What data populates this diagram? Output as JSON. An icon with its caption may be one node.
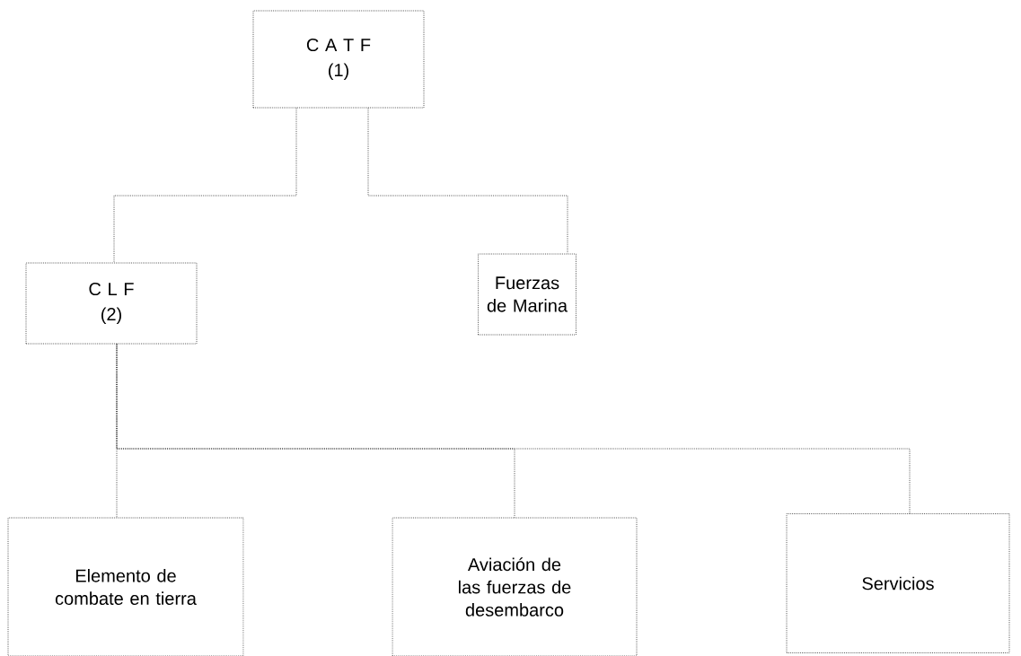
{
  "diagram": {
    "nodes": [
      {
        "text": [
          "C A T F",
          "(1)"
        ]
      },
      {
        "text": [
          "C L F",
          "(2)"
        ]
      },
      {
        "text": [
          "Fuerzas de Marina"
        ]
      },
      {
        "text": [
          "Elemento de combate en tierra"
        ]
      },
      {
        "text": [
          "Aviación de las fuerzas de desembarco"
        ]
      },
      {
        "text": [
          "Servicios"
        ]
      }
    ],
    "edges": [
      {
        "from": 0,
        "to": 1,
        "arrow": "none"
      },
      {
        "from": 0,
        "to": 2,
        "arrow": "none"
      },
      {
        "from": 1,
        "to": 3,
        "arrow": "none"
      },
      {
        "from": 1,
        "to": 4,
        "arrow": "none"
      },
      {
        "from": 1,
        "to": 5,
        "arrow": "none"
      }
    ]
  }
}
